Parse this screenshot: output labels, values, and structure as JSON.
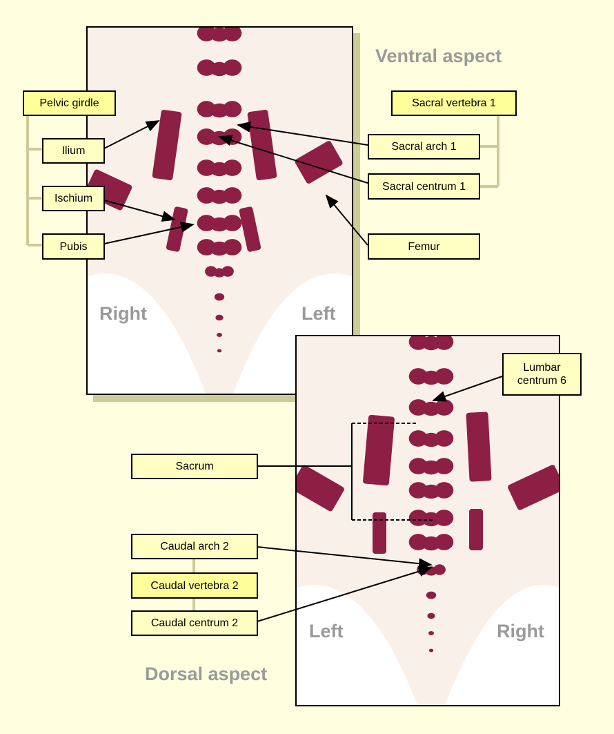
{
  "ventral": {
    "title": "Ventral aspect",
    "right": "Right",
    "left": "Left",
    "labels": {
      "pelvic_girdle": "Pelvic girdle",
      "ilium": "Ilium",
      "ischium": "Ischium",
      "pubis": "Pubis",
      "sacral_vertebra": "Sacral vertebra 1",
      "sacral_arch": "Sacral arch 1",
      "sacral_centrum": "Sacral centrum 1",
      "femur": "Femur"
    }
  },
  "dorsal": {
    "title": "Dorsal aspect",
    "left": "Left",
    "right": "Right",
    "labels": {
      "lumbar_centrum": "Lumbar centrum 6",
      "sacrum": "Sacrum",
      "caudal_arch": "Caudal arch 2",
      "caudal_vertebra": "Caudal vertebra 2",
      "caudal_centrum": "Caudal centrum 2"
    }
  },
  "colors": {
    "bone": "#8e1f44",
    "connector": "#cdcb98",
    "background": "#ffffe0"
  }
}
